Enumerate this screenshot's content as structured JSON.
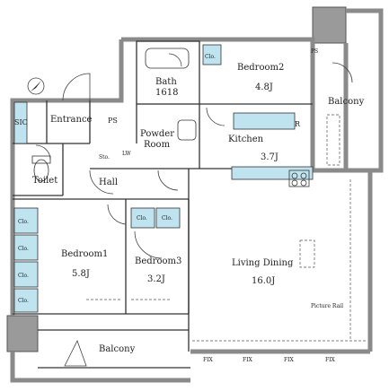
{
  "rooms": {
    "bedroom2": {
      "name": "Bedroom2",
      "size": "4.8J"
    },
    "bath": {
      "name": "Bath",
      "size": "1618"
    },
    "balcony_upper": {
      "name": "Balcony"
    },
    "kitchen": {
      "name": "Kitchen",
      "size": "3.7J"
    },
    "powder_room": {
      "line1": "Powder",
      "line2": "Room"
    },
    "entrance": {
      "name": "Entrance"
    },
    "toilet": {
      "name": "Toilet"
    },
    "hall": {
      "name": "Hall"
    },
    "bedroom1": {
      "name": "Bedroom1",
      "size": "5.8J"
    },
    "bedroom3": {
      "name": "Bedroom3",
      "size": "3.2J"
    },
    "living_dining": {
      "name": "Living Dining",
      "size": "16.0J"
    },
    "balcony_lower": {
      "name": "Balcony"
    }
  },
  "storage": {
    "sic": "SIC",
    "ps": "PS",
    "clo": "Clo.",
    "sto": "Sto.",
    "lw": "LW",
    "r": "R",
    "fix": "FIX",
    "picture_rail": "Picture Rail"
  },
  "colors": {
    "wall": "#8a8a8a",
    "storage_fill": "#bfe3ef",
    "line": "#333333"
  }
}
